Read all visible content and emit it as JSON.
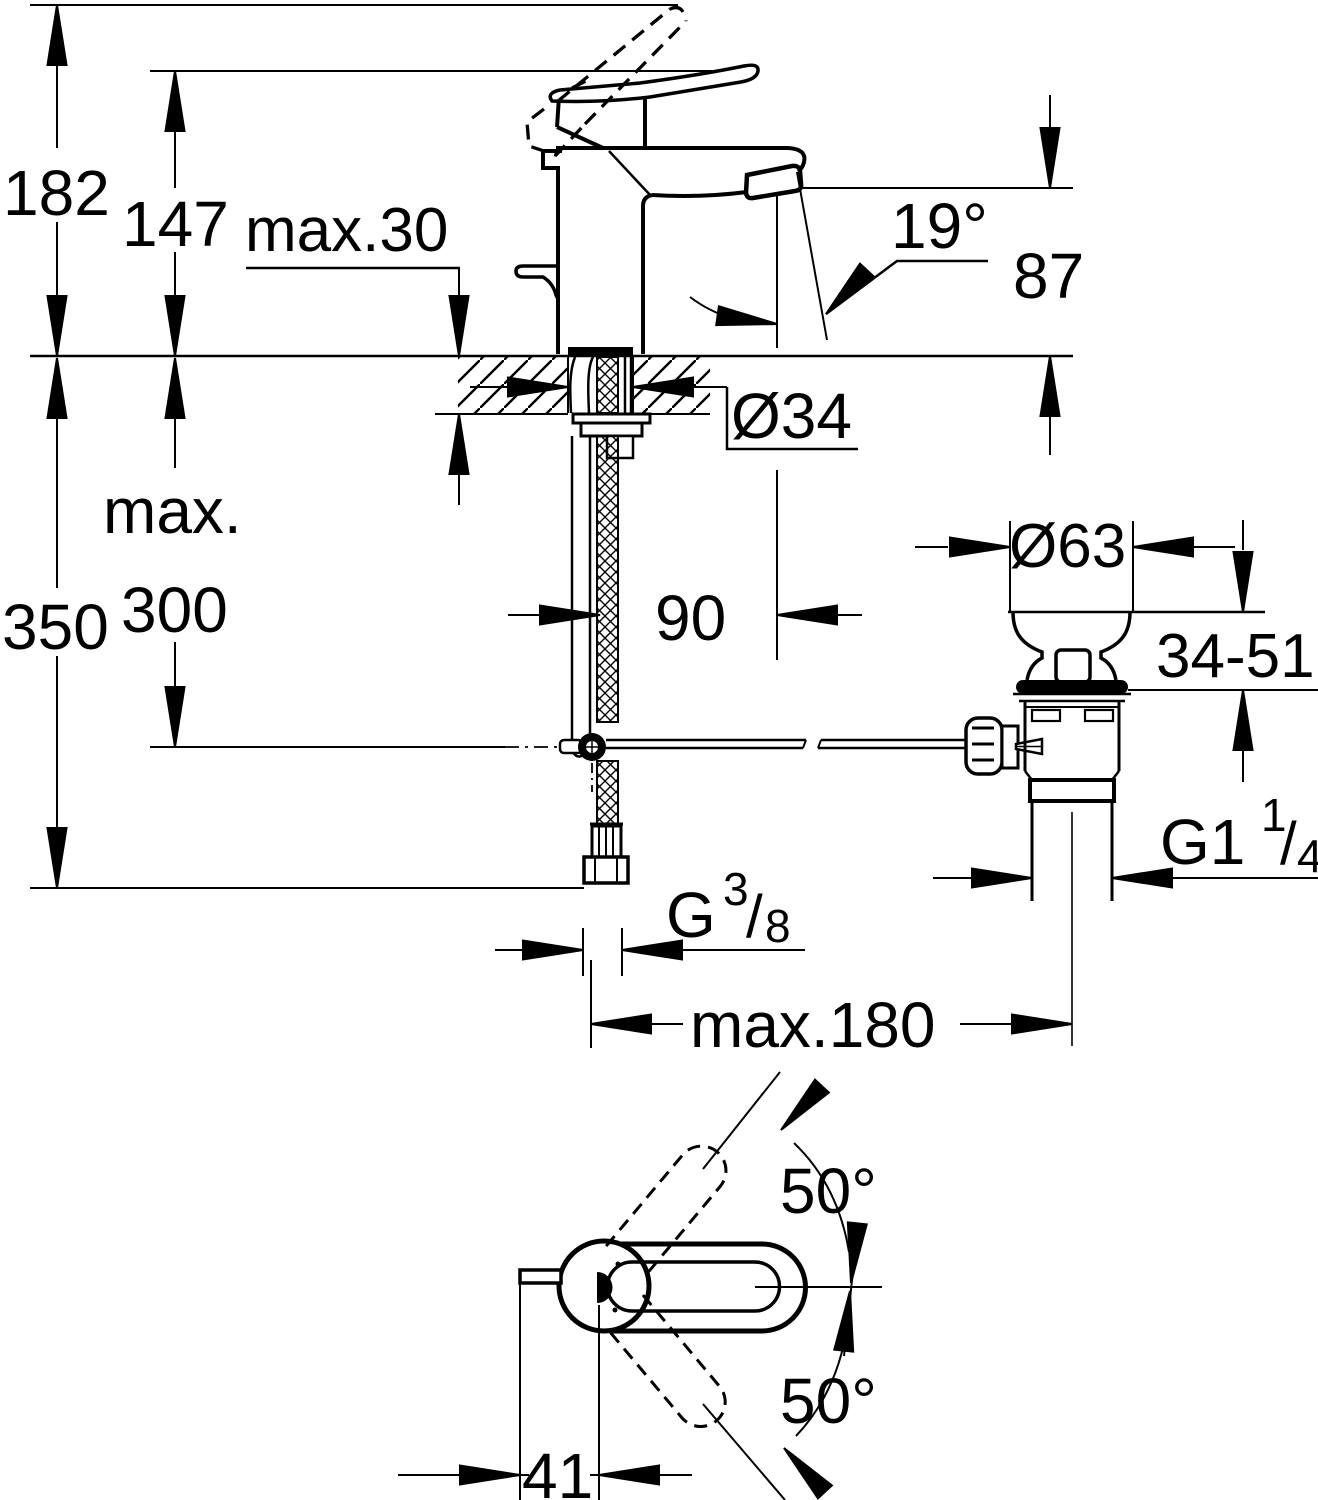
{
  "drawing": {
    "kind": "faucet installation dimension drawing",
    "background_color": "#ffffff",
    "line_color": "#000000",
    "views": {
      "side_view": "basin mixer side elevation with pop-up waste",
      "top_view": "lever swivel range top view"
    },
    "labels": {
      "height_overall": "182",
      "height_to_lever": "147",
      "deck_thickness": "max.30",
      "spray_angle": "19°",
      "spout_height": "87",
      "hole_diameter": "Ø34",
      "hose_reach_line1": "max.",
      "hose_reach_line2": "300",
      "hose_total": "350",
      "spout_reach": "90",
      "waste_flange_diameter": "Ø63",
      "clamping_range": "34-51",
      "waste_thread": {
        "base": "G1",
        "numerator": "1",
        "slash": "/",
        "denominator": "4"
      },
      "supply_thread": {
        "base": "G",
        "numerator": "3",
        "slash": "/",
        "denominator": "8"
      },
      "rod_offset_max": "max.180",
      "swivel_angle_upper": "50°",
      "swivel_angle_lower": "50°",
      "handle_offset": "41"
    }
  }
}
